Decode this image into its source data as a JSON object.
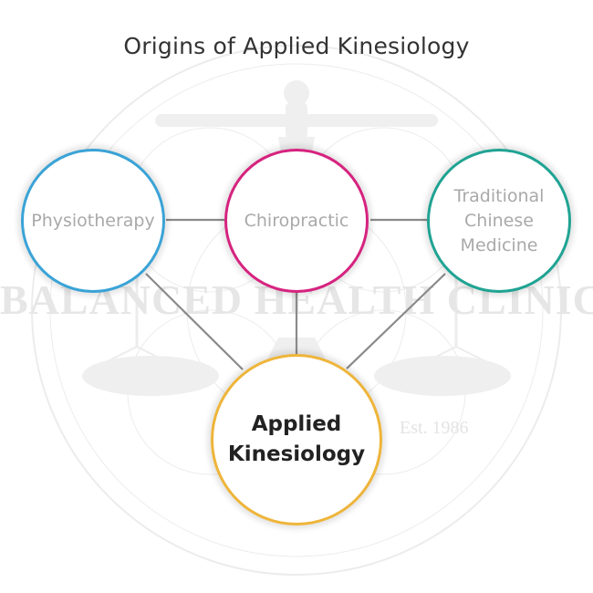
{
  "title": "Origins of Applied Kinesiology",
  "watermark": {
    "name": "BALANCED HEALTH CLINIC",
    "est": "Est. 1986"
  },
  "colors": {
    "physiotherapy": "#3aa3d6",
    "chiropractic": "#d6237f",
    "tcm": "#20a393",
    "applied_kinesiology": "#eeb53a",
    "connector": "#8a8a8a"
  },
  "nodes": {
    "physiotherapy": "Physiotherapy",
    "chiropractic": "Chiropractic",
    "tcm": "Traditional\nChinese\nMedicine",
    "applied_kinesiology": "Applied\nKinesiology"
  }
}
